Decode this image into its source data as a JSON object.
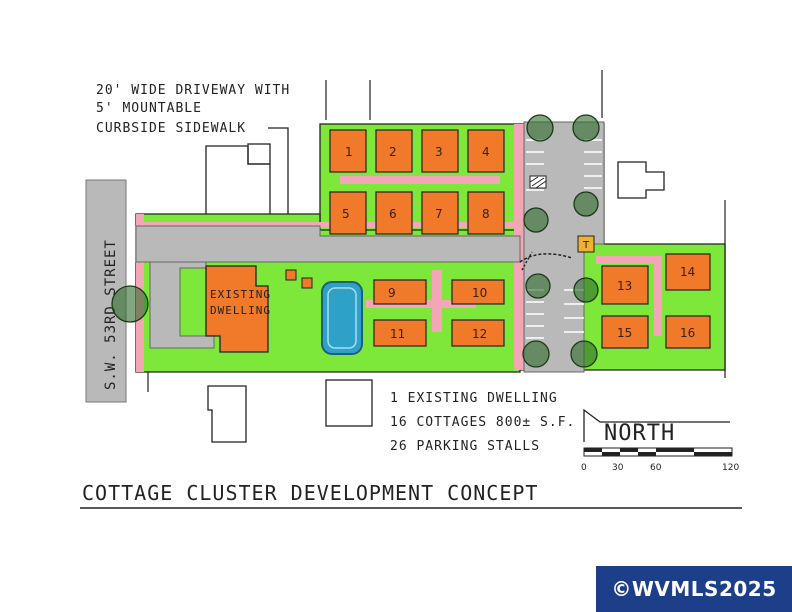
{
  "annotation_driveway": [
    "20' WIDE DRIVEWAY WITH",
    "5' MOUNTABLE",
    "CURBSIDE SIDEWALK"
  ],
  "street_label": "S.W. 53RD STREET",
  "existing_dwelling_label": [
    "EXISTING",
    "DWELLING"
  ],
  "cottage_numbers": [
    "1",
    "2",
    "3",
    "4",
    "5",
    "6",
    "7",
    "8",
    "9",
    "10",
    "11",
    "12",
    "13",
    "14",
    "15",
    "16"
  ],
  "trash_label": "T",
  "summary": [
    "1 EXISTING DWELLING",
    "16 COTTAGES 800± S.F.",
    "26 PARKING STALLS"
  ],
  "north_label": "NORTH",
  "scale_ticks": [
    "0",
    "30",
    "60",
    "120"
  ],
  "title": "COTTAGE CLUSTER DEVELOPMENT CONCEPT",
  "watermark": "©WVMLS2025",
  "colors": {
    "lawn": "#7ee83a",
    "cottage": "#f07a2a",
    "paving": "#b9b9b9",
    "walkway": "#f3a6b5",
    "pond": "#2fa0c8",
    "tree": "#2f6b2a",
    "badge": "#1d3f8a"
  }
}
